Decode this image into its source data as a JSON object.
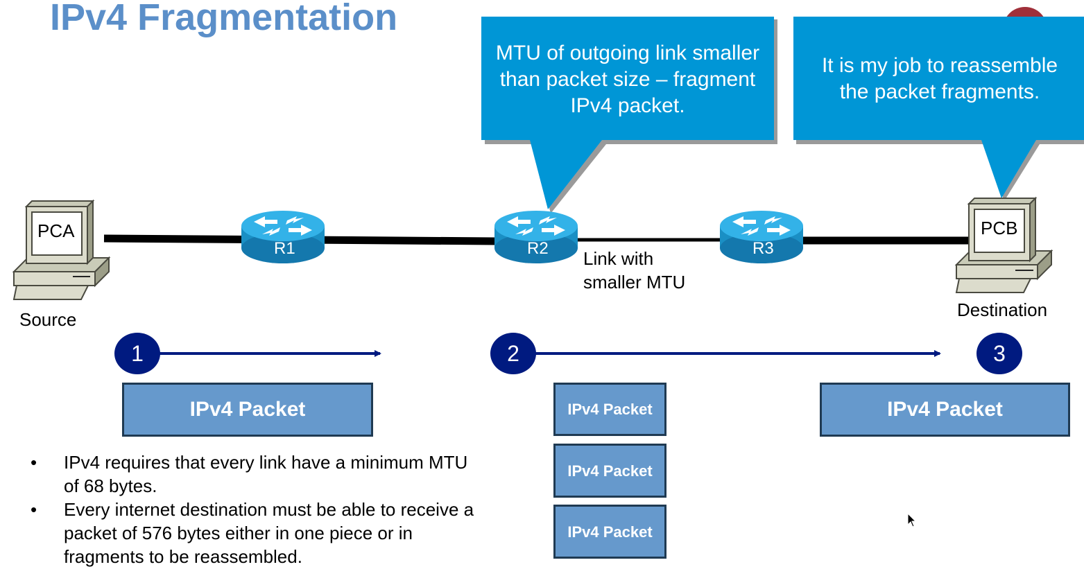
{
  "slide": {
    "title": "IPv4 Fragmentation",
    "callout_r2": "MTU of outgoing link smaller than packet size – fragment IPv4 packet.",
    "callout_dest": "It is my job to reassemble the packet fragments."
  },
  "hosts": {
    "source_pc": "PCA",
    "source_label": "Source",
    "dest_pc": "PCB",
    "dest_label": "Destination"
  },
  "routers": [
    "R1",
    "R2",
    "R3"
  ],
  "link_label": "Link with\nsmaller MTU",
  "steps": [
    "1",
    "2",
    "3"
  ],
  "packets": {
    "original": "IPv4 Packet",
    "fragments": [
      "IPv4 Packet",
      "IPv4 Packet",
      "IPv4 Packet"
    ],
    "reassembled": "IPv4 Packet"
  },
  "notes": [
    "IPv4 requires that every link have a minimum MTU of 68 bytes.",
    "Every internet destination must be able to receive a packet of 576 bytes either in one piece or in fragments to be reassembled."
  ],
  "colors": {
    "title": "#5b8fc9",
    "callout": "#0096d6",
    "step_circle": "#001a80",
    "packet_fill": "#6699cc",
    "router": "#1a8fc4"
  }
}
